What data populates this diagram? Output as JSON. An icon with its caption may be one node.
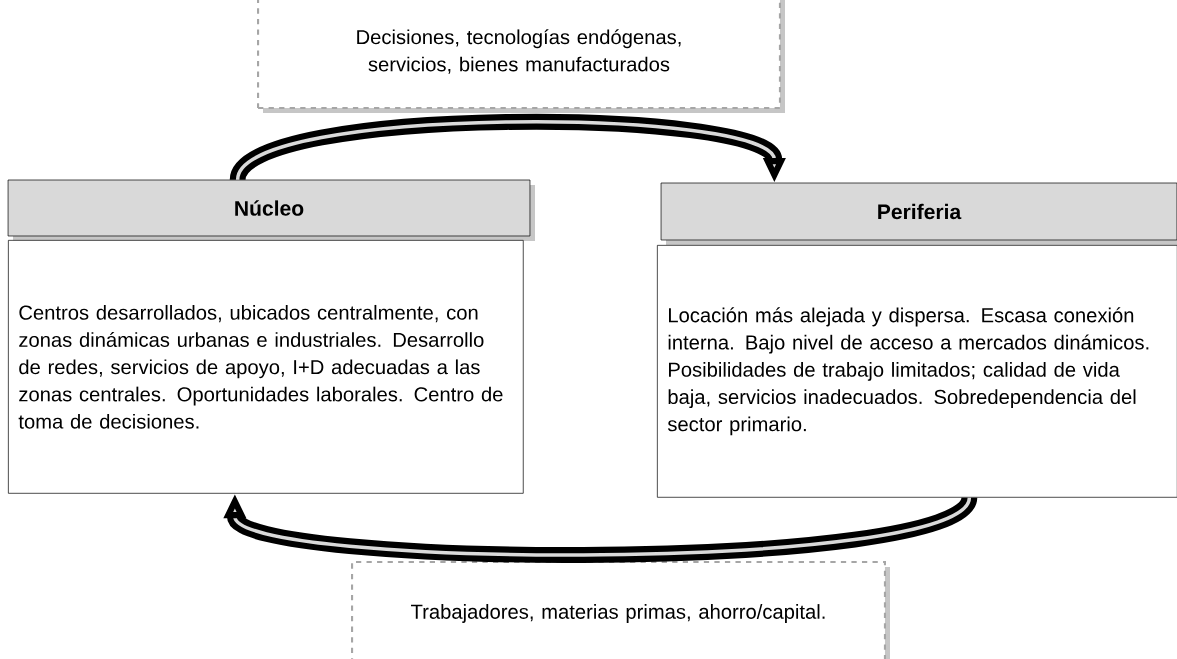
{
  "diagram": {
    "nodes": [
      {
        "text": [
          "Decisiones, tecnologías endógenas, servicios, bienes manufacturados"
        ]
      },
      {
        "text": [
          "Núcleo"
        ]
      },
      {
        "text": [
          "Centros desarrollados, ubicados centralmente, con zonas dinámicas urbanas e industriales. Desarrollo de redes, servicios de apoyo, I+D adecuadas a las zonas centrales. Oportunidades laborales. Centro de toma de decisiones."
        ]
      },
      {
        "text": [
          "Periferia"
        ]
      },
      {
        "text": [
          "Locación más alejada y dispersa. Escasa conexión interna. Bajo nivel de acceso a mercados dinámicos. Posibilidades de trabajo limitados; calidad de vida baja, servicios inadecuados. Sobredependencia del sector primario."
        ]
      },
      {
        "text": [
          "Trabajadores, materias primas, ahorro/capital."
        ]
      }
    ],
    "edges": [
      {
        "from": 1,
        "to": 3,
        "arrow": "to"
      },
      {
        "from": 4,
        "to": 2,
        "arrow": "to"
      }
    ]
  }
}
